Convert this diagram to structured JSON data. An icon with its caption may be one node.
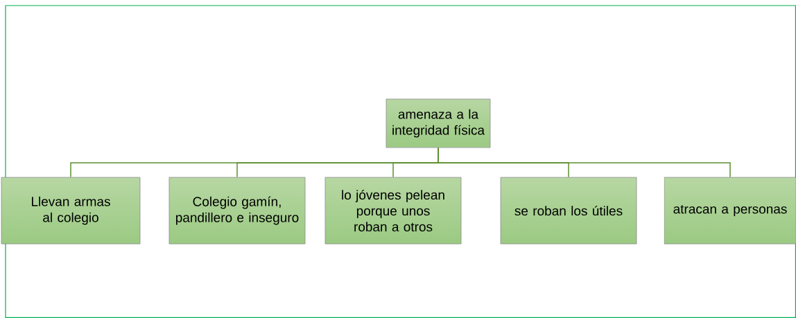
{
  "diagram": {
    "nodes": [
      {
        "text": [
          "amenaza a la integridad física"
        ]
      },
      {
        "text": [
          "Llevan armas al colegio"
        ]
      },
      {
        "text": [
          "Colegio gamín, pandillero e inseguro"
        ]
      },
      {
        "text": [
          "lo jóvenes pelean porque unos roban a otros"
        ]
      },
      {
        "text": [
          "se roban los útiles"
        ]
      },
      {
        "text": [
          "atracan a personas"
        ]
      }
    ],
    "edges": [
      {
        "from": 0,
        "to": 1,
        "arrow": "none"
      },
      {
        "from": 0,
        "to": 2,
        "arrow": "none"
      },
      {
        "from": 0,
        "to": 3,
        "arrow": "none"
      },
      {
        "from": 0,
        "to": 4,
        "arrow": "none"
      },
      {
        "from": 0,
        "to": 5,
        "arrow": "none"
      }
    ]
  }
}
